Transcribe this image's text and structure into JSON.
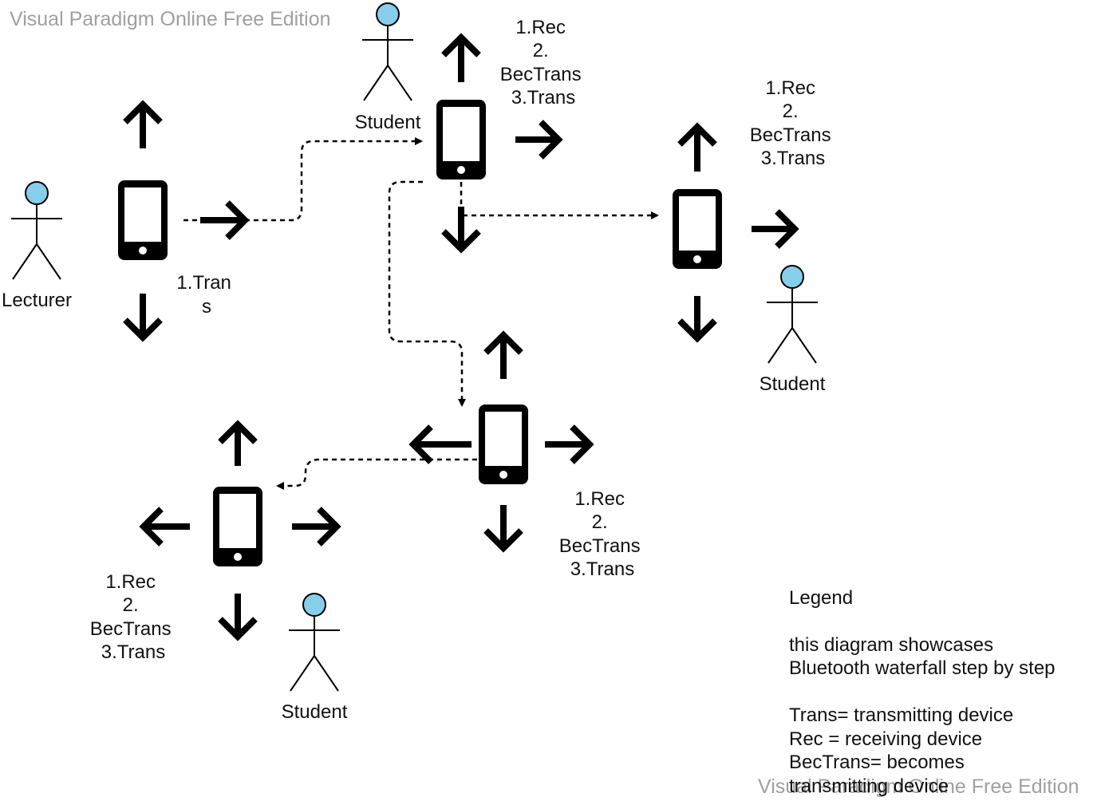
{
  "watermarks": {
    "top": "Visual Paradigm Online Free Edition",
    "bottom": "Visual Paradigm Online Free Edition"
  },
  "actors": {
    "lecturer": "Lecturer",
    "student_top": "Student",
    "student_right": "Student",
    "student_bottom": "Student"
  },
  "labels": {
    "lecturer_trans": [
      "1.Tran",
      "s"
    ],
    "device_top": [
      "1.Rec",
      "2.",
      "BecTrans",
      "3.Trans"
    ],
    "device_right": [
      "1.Rec",
      "2.",
      "BecTrans",
      "3.Trans"
    ],
    "device_middle": [
      "1.Rec",
      "2.",
      "BecTrans",
      "3.Trans"
    ],
    "device_bottom_left": [
      "1.Rec",
      "2.",
      "BecTrans",
      "3.Trans"
    ]
  },
  "legend": {
    "lines": [
      "Legend",
      "",
      "this diagram showcases",
      "Bluetooth waterfall step by step",
      "",
      "Trans= transmitting device",
      "Rec = receiving device",
      "BecTrans= becomes",
      "transmitting device"
    ]
  },
  "colors": {
    "actor_head": "#87CEEB",
    "watermark": "#a0a0a0"
  },
  "icons": {
    "device": "smartphone-icon",
    "direction": "arrow-icon"
  }
}
